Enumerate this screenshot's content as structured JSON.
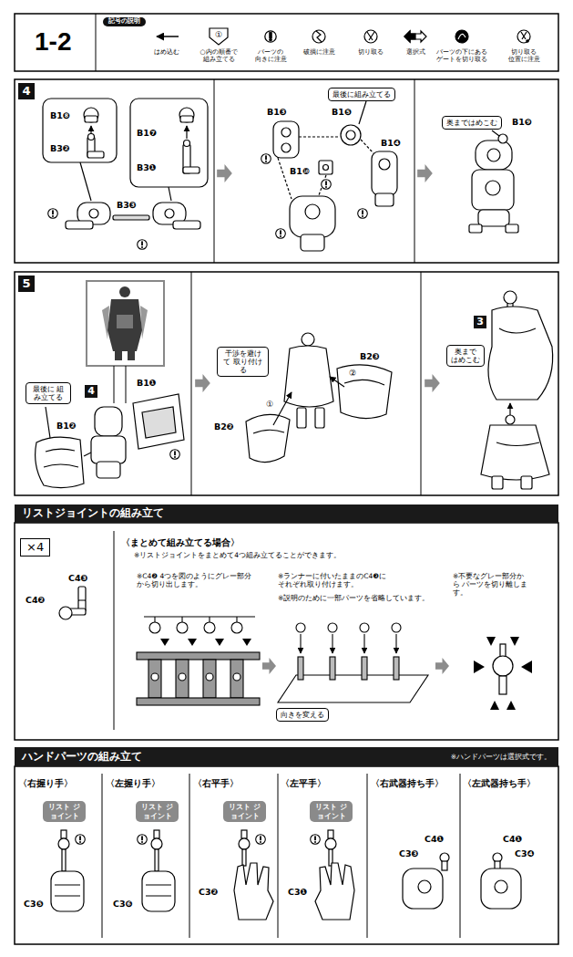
{
  "diagram": {
    "title": "1-2",
    "nodes": [
      {
        "text": [
          "記号の説明"
        ]
      },
      {
        "text": [
          "4"
        ]
      },
      {
        "text": [
          "最後に組み立てる"
        ]
      },
      {
        "text": [
          "奥まではめこむ"
        ]
      },
      {
        "text": [
          "5"
        ]
      },
      {
        "text": [
          "最後に 組み立てる"
        ]
      },
      {
        "text": [
          "4"
        ]
      },
      {
        "text": [
          "干渉を避けて 取り付ける"
        ]
      },
      {
        "text": [
          "3"
        ]
      },
      {
        "text": [
          "奥まで はめこむ"
        ]
      },
      {
        "text": [
          "リストジョイントの組み立て"
        ]
      },
      {
        "text": [
          "×4"
        ]
      },
      {
        "text": [
          "向きを変える"
        ]
      },
      {
        "text": [
          "ハンドパーツの組み立て",
          "※ハンドパーツは選択式です。"
        ]
      },
      {
        "text": [
          "リスト ジョイント"
        ]
      },
      {
        "text": [
          "リスト ジョイント"
        ]
      },
      {
        "text": [
          "リスト ジョイント"
        ]
      },
      {
        "text": [
          "リスト ジョイント"
        ]
      }
    ],
    "labels": [
      "①",
      "B1❽",
      "B3❷",
      "B1❼",
      "B3❶",
      "B3❸",
      "B1❸",
      "B1❺",
      "B1❹",
      "B1❿",
      "B1❾",
      "B1❶",
      "B1❷",
      "B2❸",
      "①",
      "②",
      "B2❷",
      "C4❸",
      "C4❷",
      "〈まとめて組み立てる場合〉",
      "※リストジョイントをまとめて4つ組み立てることができます。",
      "※C4❷ 4つを図のようにグレー部分 から切り出します。",
      "※ランナーに付いたままのC4❸に それぞれ取り付けます。",
      "※説明のために一部パーツを省略しています。",
      "※不要なグレー部分から パーツを切り離します。",
      "〈右握り手〉",
      "〈左握り手〉",
      "〈右平手〉",
      "〈左平手〉",
      "〈右武器持ち手〉",
      "〈左武器持ち手〉",
      "C3❺",
      "C3❻",
      "C3❷",
      "C3❶",
      "C4❶",
      "C3❸",
      "C4❶",
      "C3❹"
    ],
    "legend": [
      {
        "text": "はめ込む"
      },
      {
        "text": "○内の順番で 組み立てる"
      },
      {
        "text": "パーツの 向きに注意"
      },
      {
        "text": "破損に注意"
      },
      {
        "text": "切り取る"
      },
      {
        "text": "選択式"
      },
      {
        "text": "パーツの下にある ゲートを切り取る"
      },
      {
        "text": "切り取る 位置に注意"
      }
    ]
  }
}
